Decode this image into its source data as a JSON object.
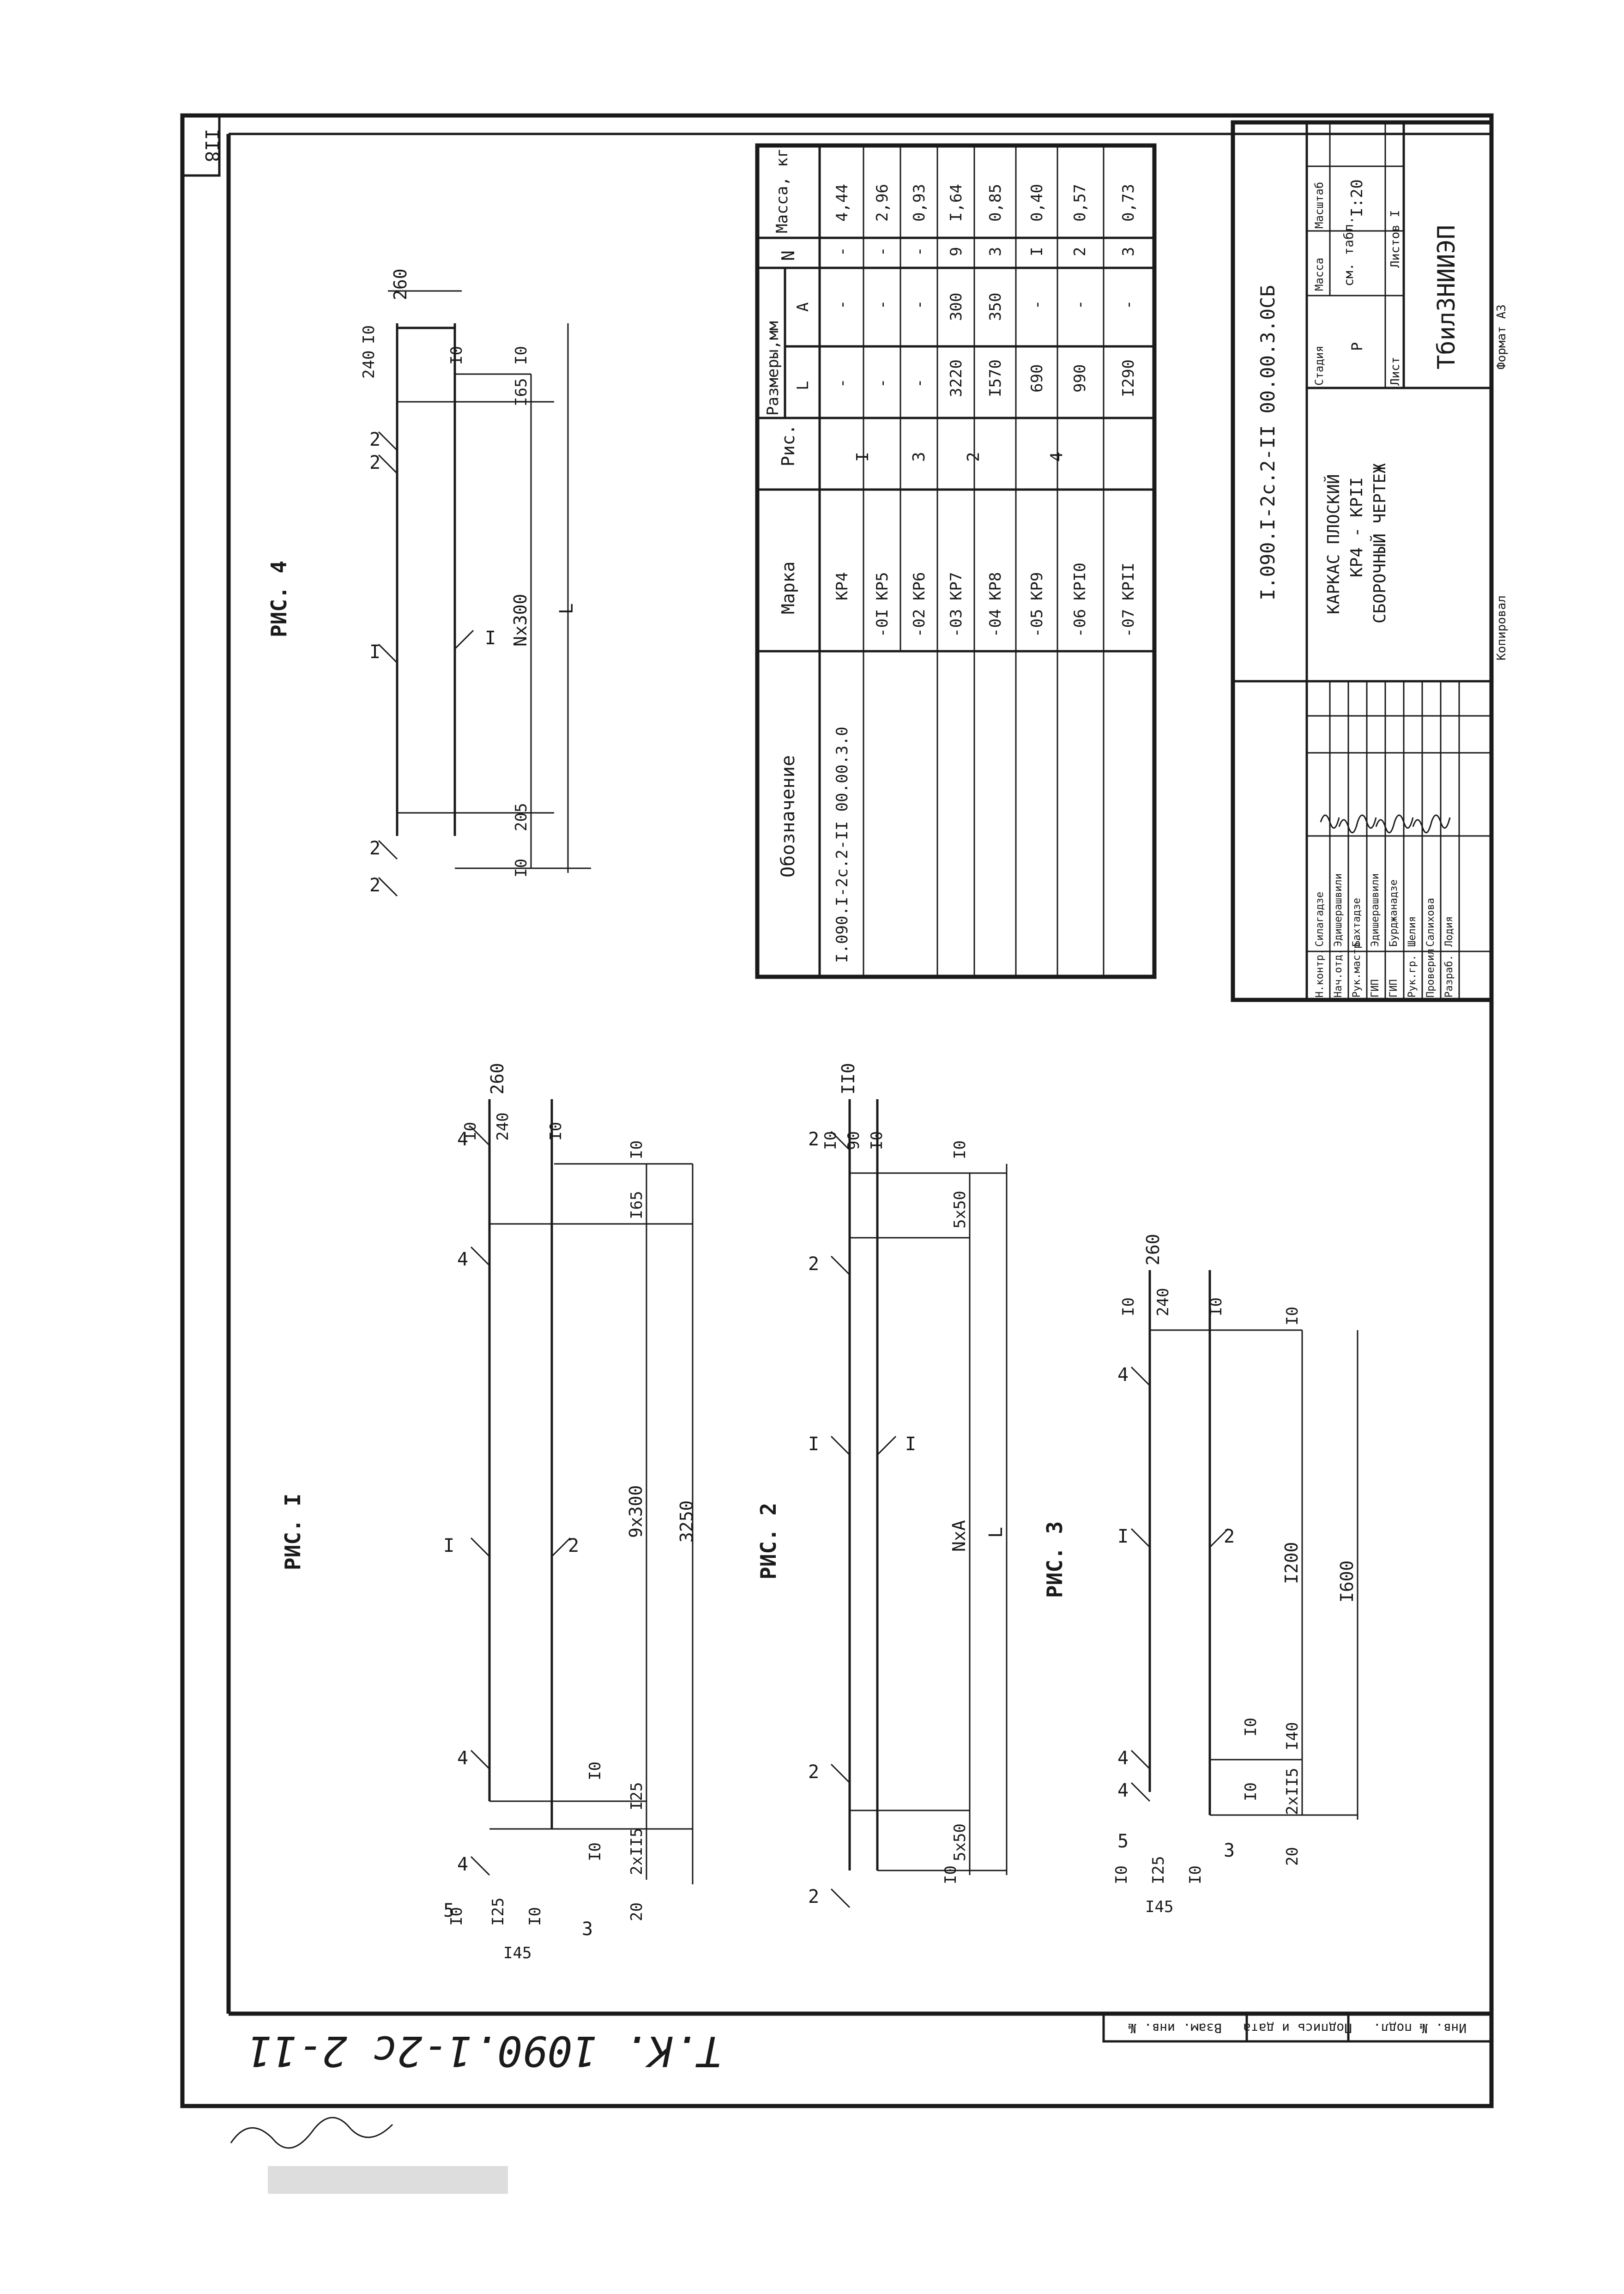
{
  "sheet_number": "II8",
  "stamp_bottom": "Т.К. 1090.1-2с 2-11",
  "figures": {
    "fig1": {
      "title": "РИС. I",
      "dims": {
        "d260": "260",
        "d10a": "I0",
        "d240": "240",
        "d10b": "I0",
        "d10c": "I0",
        "d165": "I65",
        "d9x300": "9х300",
        "d3250": "3250",
        "d10d": "I0",
        "d125a": "I25",
        "d10e": "I0",
        "d2x115": "2хII5",
        "d20": "20",
        "d145": "I45",
        "d10f": "I0",
        "d125b": "I25",
        "d10g": "I0"
      },
      "pos": {
        "p1": "I",
        "p2": "2",
        "p3": "3",
        "p4a": "4",
        "p4b": "4",
        "p4c": "4",
        "p4d": "4",
        "p5": "5"
      }
    },
    "fig2": {
      "title": "РИС. 2",
      "dims": {
        "d110": "II0",
        "d10a": "I0",
        "d90": "90",
        "d10b": "I0",
        "d10c": "I0",
        "d5x50a": "5х50",
        "dNxA": "NхА",
        "dL": "L",
        "d10d": "I0",
        "d5x50b": "5х50"
      },
      "pos": {
        "p1a": "I",
        "p1b": "I",
        "p2a": "2",
        "p2b": "2",
        "p2c": "2",
        "p2d": "2"
      }
    },
    "fig3": {
      "title": "РИС. 3",
      "dims": {
        "d260": "260",
        "d10a": "I0",
        "d240": "240",
        "d10b": "I0",
        "d10c": "I0",
        "d1200": "I200",
        "d1600": "I600",
        "d10d": "I0",
        "d140": "I40",
        "d10e": "I0",
        "d2x115": "2хII5",
        "d20": "20",
        "d145": "I45",
        "d10f": "I0",
        "d125": "I25",
        "d10g": "I0"
      },
      "pos": {
        "p1": "I",
        "p2": "2",
        "p3": "3",
        "p4a": "4",
        "p4b": "4",
        "p4c": "4",
        "p5": "5"
      }
    },
    "fig4": {
      "title": "РИС. 4",
      "dims": {
        "d260": "260",
        "d10a": "I0",
        "d240": "240",
        "d10b": "I0",
        "d10c": "I0",
        "d165": "I65",
        "dNx300": "Nх300",
        "dL": "L",
        "d10d": "I0",
        "d205": "205"
      },
      "pos": {
        "p1a": "I",
        "p1b": "I",
        "p2a": "2",
        "p2b": "2",
        "p2c": "2",
        "p2d": "2"
      }
    }
  },
  "spec_table": {
    "headers": {
      "oboz": "Обозначение",
      "marka": "Марка",
      "ris": "Рис.",
      "razmery": "Размеры,мм",
      "L": "L",
      "A": "А",
      "N": "N",
      "massa": "Масса, кг"
    },
    "rows": [
      {
        "oboz": "I.090.I-2с.2-II 00.00.3.0",
        "marka": "КР4",
        "ris": "I",
        "L": "-",
        "A": "-",
        "N": "-",
        "massa": "4,44"
      },
      {
        "oboz": "-0I",
        "marka": "КР5",
        "ris": "",
        "L": "-",
        "A": "-",
        "N": "-",
        "massa": "2,96"
      },
      {
        "oboz": "-02",
        "marka": "КР6",
        "ris": "3",
        "L": "-",
        "A": "-",
        "N": "-",
        "massa": "0,93"
      },
      {
        "oboz": "-03",
        "marka": "КР7",
        "ris": "2",
        "L": "3220",
        "A": "300",
        "N": "9",
        "massa": "I,64"
      },
      {
        "oboz": "-04",
        "marka": "КР8",
        "ris": "",
        "L": "I570",
        "A": "350",
        "N": "3",
        "massa": "0,85"
      },
      {
        "oboz": "-05",
        "marka": "КР9",
        "ris": "4",
        "L": "690",
        "A": "-",
        "N": "I",
        "massa": "0,40"
      },
      {
        "oboz": "-06",
        "marka": "КРI0",
        "ris": "",
        "L": "990",
        "A": "-",
        "N": "2",
        "massa": "0,57"
      },
      {
        "oboz": "-07",
        "marka": "КРII",
        "ris": "",
        "L": "I290",
        "A": "-",
        "N": "3",
        "massa": "0,73"
      }
    ]
  },
  "title_block": {
    "doc_code": "I.090.I-2с.2-II 00.00.3.0СБ",
    "title_l1": "КАРКАС ПЛОСКИЙ",
    "title_l2": "КР4 - КРII",
    "title_l3": "СБОРОЧНЫЙ ЧЕРТЕЖ",
    "stadia_h": "Стадия",
    "massa_h": "Масса",
    "masshtab_h": "Масштаб",
    "stadia": "Р",
    "massa": "см. табл.",
    "masshtab": "I:20",
    "list": "Лист",
    "listov": "Листов I",
    "org": "ТбилЗНИИЭП",
    "roles": [
      {
        "role": "Н.контр.",
        "name": "Силагадзе"
      },
      {
        "role": "Нач.отд.",
        "name": "Эдишерашвили"
      },
      {
        "role": "Рук.мастр.",
        "name": "Бахтадзе"
      },
      {
        "role": "ГИП",
        "name": "Эдишерашвили"
      },
      {
        "role": "ГИП",
        "name": "Бурджанадзе"
      },
      {
        "role": "Рук.гр.",
        "name": "Шелия"
      },
      {
        "role": "Проверил",
        "name": "Салихова"
      },
      {
        "role": "Разраб.",
        "name": "Лодия"
      }
    ],
    "kopiroval": "Копировал",
    "format": "Формат А3"
  },
  "side_stamp": {
    "inv_podl": "Инв. № подл.",
    "podpis": "Подпись и дата",
    "vzam": "Взам. инв. №"
  }
}
